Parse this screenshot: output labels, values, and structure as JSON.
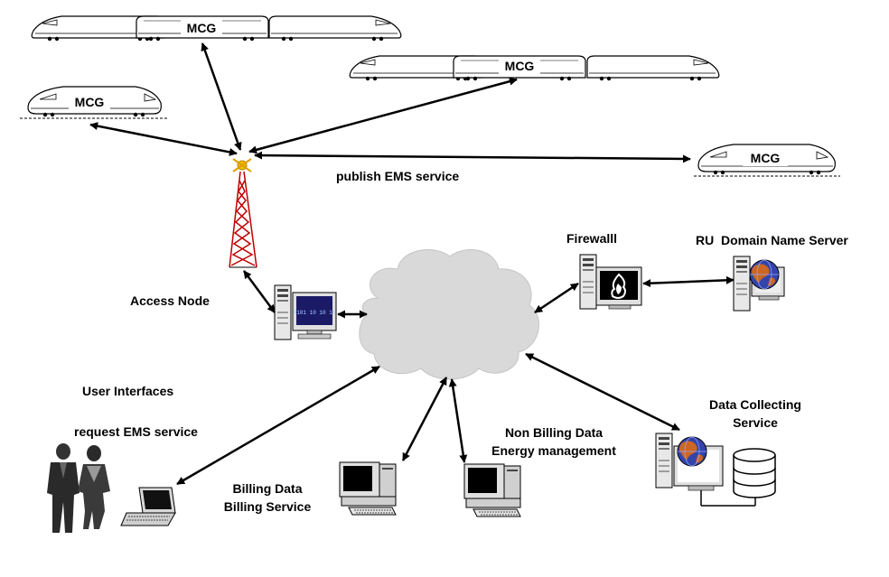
{
  "trains": {
    "top_left": "MCG",
    "top_right": "MCG",
    "left": "MCG",
    "right": "MCG"
  },
  "labels": {
    "publish": "publish EMS service",
    "access_node": "Access Node",
    "firewall": "Firewalll",
    "dns": "RU  Domain Name Server",
    "user_interfaces": "User Interfaces",
    "request": "request EMS service",
    "billing_line1": "Billing Data",
    "billing_line2": "Billing Service",
    "nonbilling_line1": "Non Billing Data",
    "nonbilling_line2": "Energy management",
    "data_collecting_line1": "Data Collecting",
    "data_collecting_line2": "Service"
  },
  "colors": {
    "cloud": "#d9d9d9",
    "tower": "#c00000",
    "firewall_screen": "#000000",
    "globe_blue": "#3344aa",
    "globe_orange": "#cc6622"
  }
}
